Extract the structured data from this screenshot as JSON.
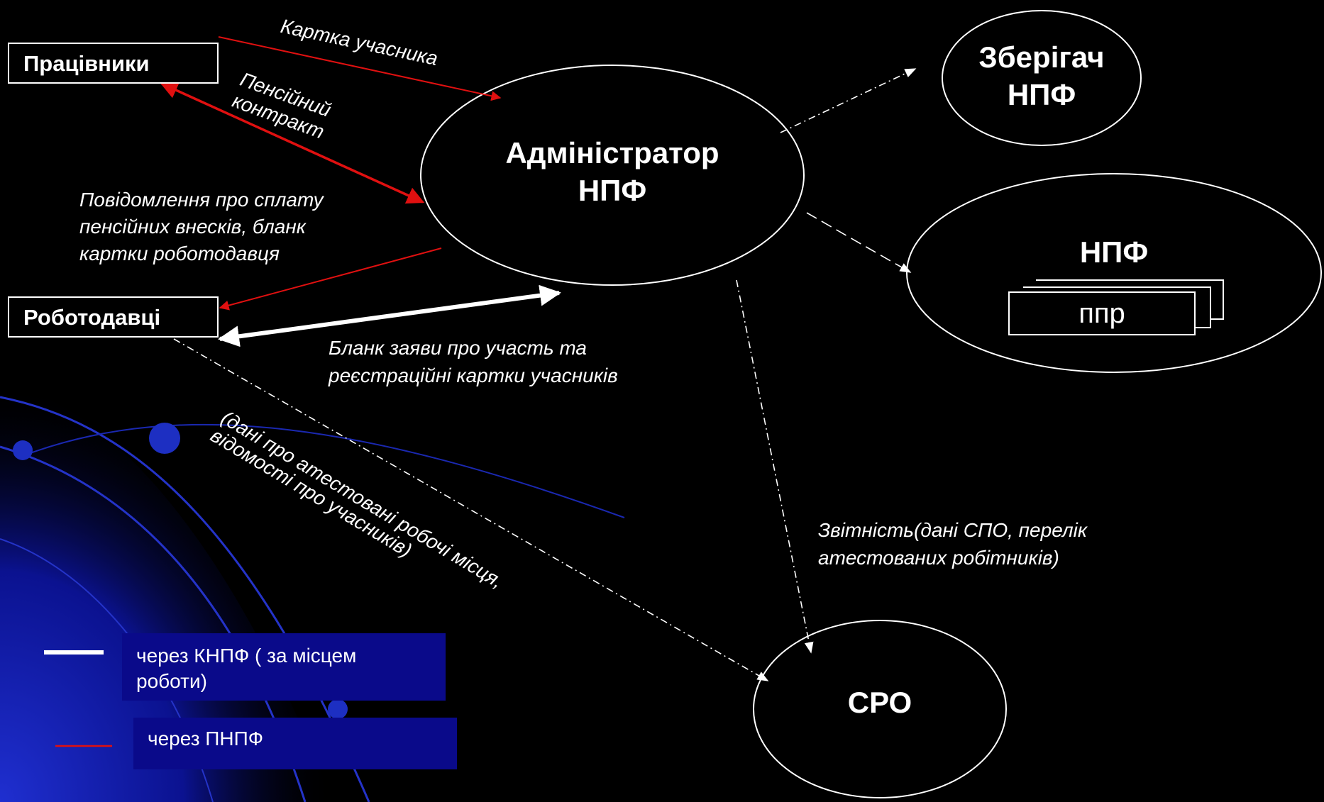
{
  "nodes": {
    "workers": "Працівники",
    "employers": "Роботодавці",
    "admin_line1": "Адміністратор",
    "admin_line2": "НПФ",
    "custodian_line1": "Зберігач",
    "custodian_line2": "НПФ",
    "npf": "НПФ",
    "ppr": "ппр",
    "sro": "СРО"
  },
  "notes": {
    "member_card": "Картка учасника",
    "pension_contract_1": "Пенсійний",
    "pension_contract_2": "контракт",
    "payment_notice_1": "Повідомлення про сплату",
    "payment_notice_2": "пенсійних внесків, бланк",
    "payment_notice_3": "картки роботодавця",
    "application_1": "Бланк заяви про участь та",
    "application_2": "реєстраційні картки учасників",
    "workplaces_1": "(дані про атестовані робочі місця,",
    "workplaces_2": "відомості про учасників)",
    "reporting_1": "Звітність(дані СПО, перелік",
    "reporting_2": "атестованих робітників)"
  },
  "legend": {
    "knpf": "через КНПФ ( за місцем роботи)",
    "pnpf": "через ПНПФ"
  },
  "colors": {
    "background": "#000000",
    "red_line": "#e01010",
    "white_line": "#ffffff",
    "legend_fill": "#0a0a8a"
  }
}
